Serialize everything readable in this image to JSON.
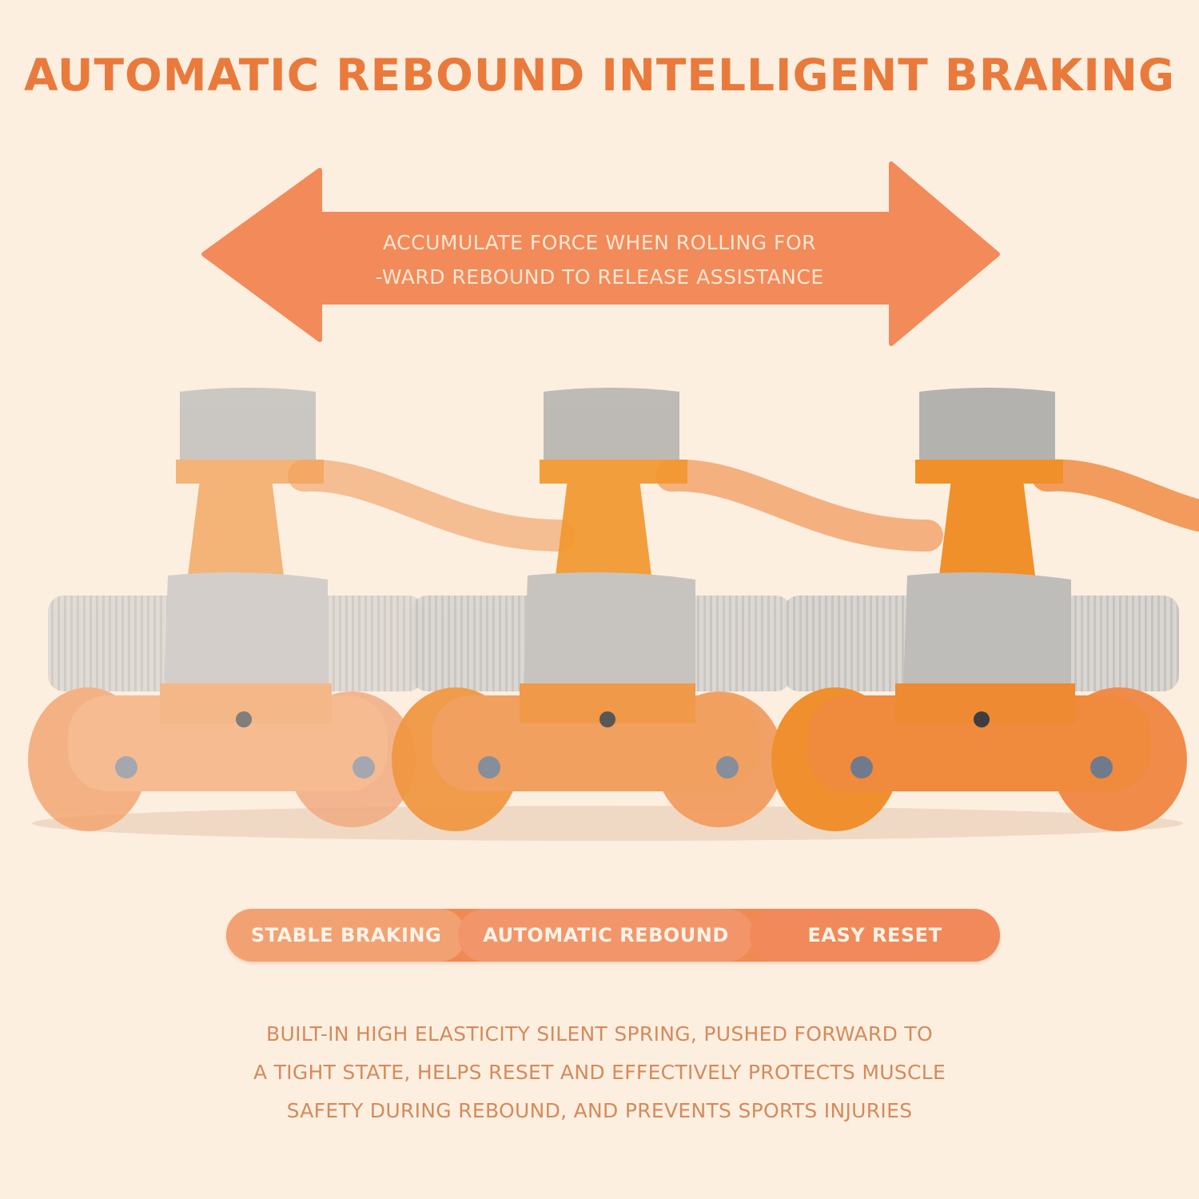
{
  "headline": "AUTOMATIC REBOUND INTELLIGENT BRAKING",
  "arrow": {
    "line1": "ACCUMULATE FORCE WHEN ROLLING FOR",
    "line2": "-WARD REBOUND TO RELEASE ASSISTANCE",
    "icon": "double-arrow-icon"
  },
  "features": [
    {
      "label": "STABLE BRAKING"
    },
    {
      "label": "AUTOMATIC REBOUND"
    },
    {
      "label": "EASY RESET"
    }
  ],
  "description": {
    "line1": "BUILT-IN HIGH ELASTICITY SILENT SPRING, PUSHED FORWARD TO",
    "line2": "A TIGHT STATE, HELPS RESET AND EFFECTIVELY PROTECTS MUSCLE",
    "line3": "SAFETY DURING REBOUND, AND PREVENTS SPORTS INJURIES"
  },
  "colors": {
    "background": "#fcefe0",
    "accent": "#e97a3c",
    "arrow": "#f28a5a",
    "roller_orange": "#f0943f",
    "pad_gray": "#bdbcba"
  }
}
